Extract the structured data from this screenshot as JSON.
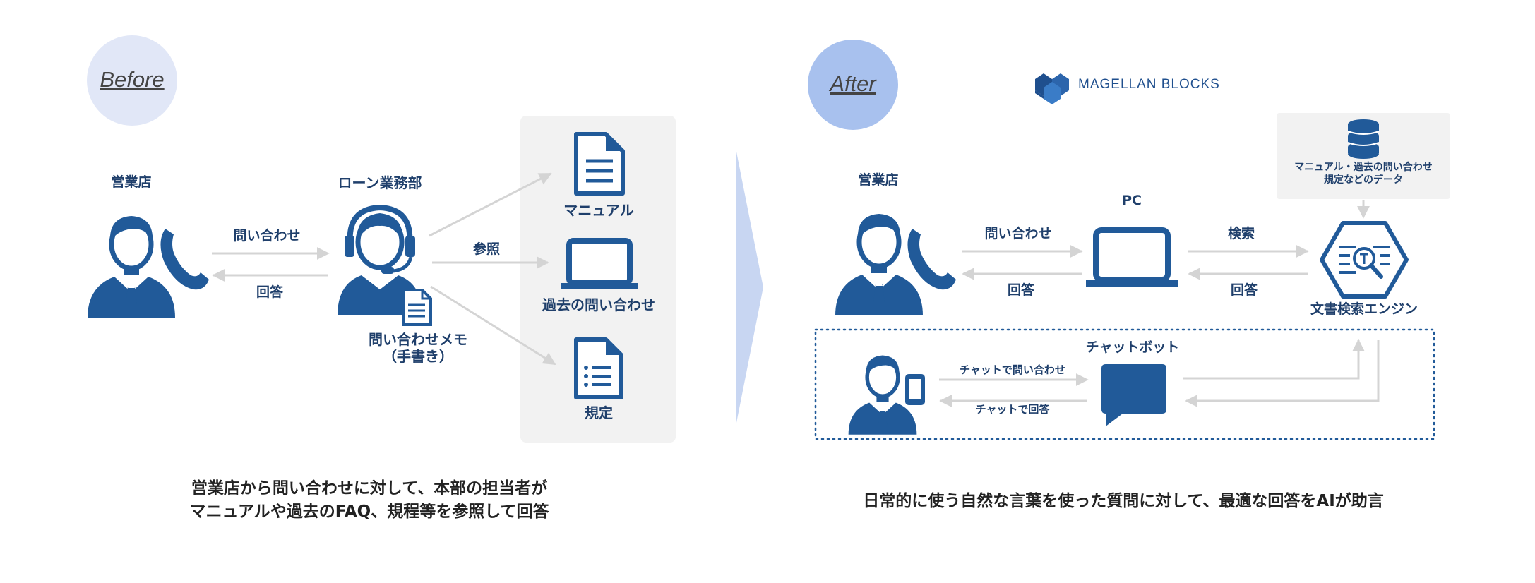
{
  "before": {
    "badge": "Before",
    "sales_branch": "営業店",
    "loan_dept": "ローン業務部",
    "inquiry": "問い合わせ",
    "answer": "回答",
    "reference": "参照",
    "memo_line1": "問い合わせメモ",
    "memo_line2": "（手書き）",
    "manual": "マニュアル",
    "past_inquiries": "過去の問い合わせ",
    "rules": "規定",
    "caption_line1": "営業店から問い合わせに対して、本部の担当者が",
    "caption_line2": "マニュアルや過去のFAQ、規程等を参照して回答"
  },
  "after": {
    "badge": "After",
    "logo": "MAGELLAN BLOCKS",
    "sales_branch": "営業店",
    "pc": "PC",
    "inquiry": "問い合わせ",
    "answer_left": "回答",
    "search": "検索",
    "answer_right": "回答",
    "data_line1": "マニュアル・過去の問い合わせ",
    "data_line2": "規定などのデータ",
    "engine": "文書検索エンジン",
    "chatbot": "チャットボット",
    "chat_inquiry": "チャットで問い合わせ",
    "chat_answer": "チャットで回答",
    "caption": "日常的に使う自然な言葉を使った質問に対して、最適な回答をAIが助言"
  },
  "colors": {
    "icon_blue": "#215a99",
    "label_navy": "#1f3f6b",
    "arrow_gray": "#d4d4d4",
    "panel_gray": "#f2f2f2",
    "before_badge": "#e1e7f7",
    "after_badge": "#a8c1ee",
    "divider_chevron": "#c8d6f2"
  },
  "icons": [
    "businessman-icon",
    "phone-icon",
    "operator-headset-icon",
    "memo-icon",
    "document-icon",
    "laptop-icon",
    "list-document-icon",
    "database-icon",
    "search-engine-hexagon-icon",
    "chat-bubble-icon",
    "smartphone-icon",
    "magellan-blocks-logo"
  ]
}
